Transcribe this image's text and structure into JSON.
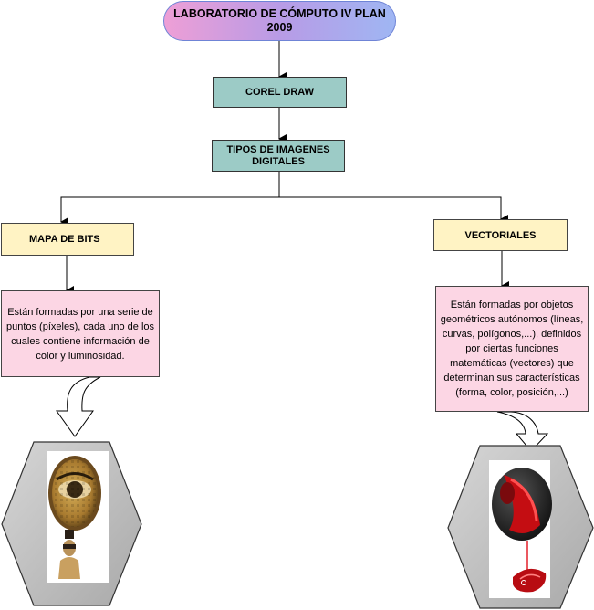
{
  "title": "LABORATORIO  DE CÓMPUTO IV PLAN 2009",
  "corel": "COREL DRAW",
  "tipos": "TIPOS DE IMAGENES DIGITALES",
  "left": {
    "heading": "MAPA DE BITS",
    "description": "Están formadas por una serie de puntos (píxeles), cada uno de los cuales contiene información de color y luminosidad."
  },
  "right": {
    "heading": "VECTORIALES",
    "description": "Están formadas por objetos geométricos autónomos (líneas, curvas, polígonos,...), definidos por ciertas funciones matemáticas (vectores) que determinan sus características (forma, color, posición,...)"
  },
  "colors": {
    "teal_box": "#9ccbc6",
    "yellow_box": "#fff3c4",
    "pink_box": "#fcd6e4",
    "hexagon": "#bdbdbd",
    "title_gradient": [
      "#ee9fd6",
      "#b89be6",
      "#9fb6f3"
    ]
  },
  "images": {
    "left": "pixelated-eye-and-bust-photo",
    "right": "vector-red-mouse-artwork"
  }
}
